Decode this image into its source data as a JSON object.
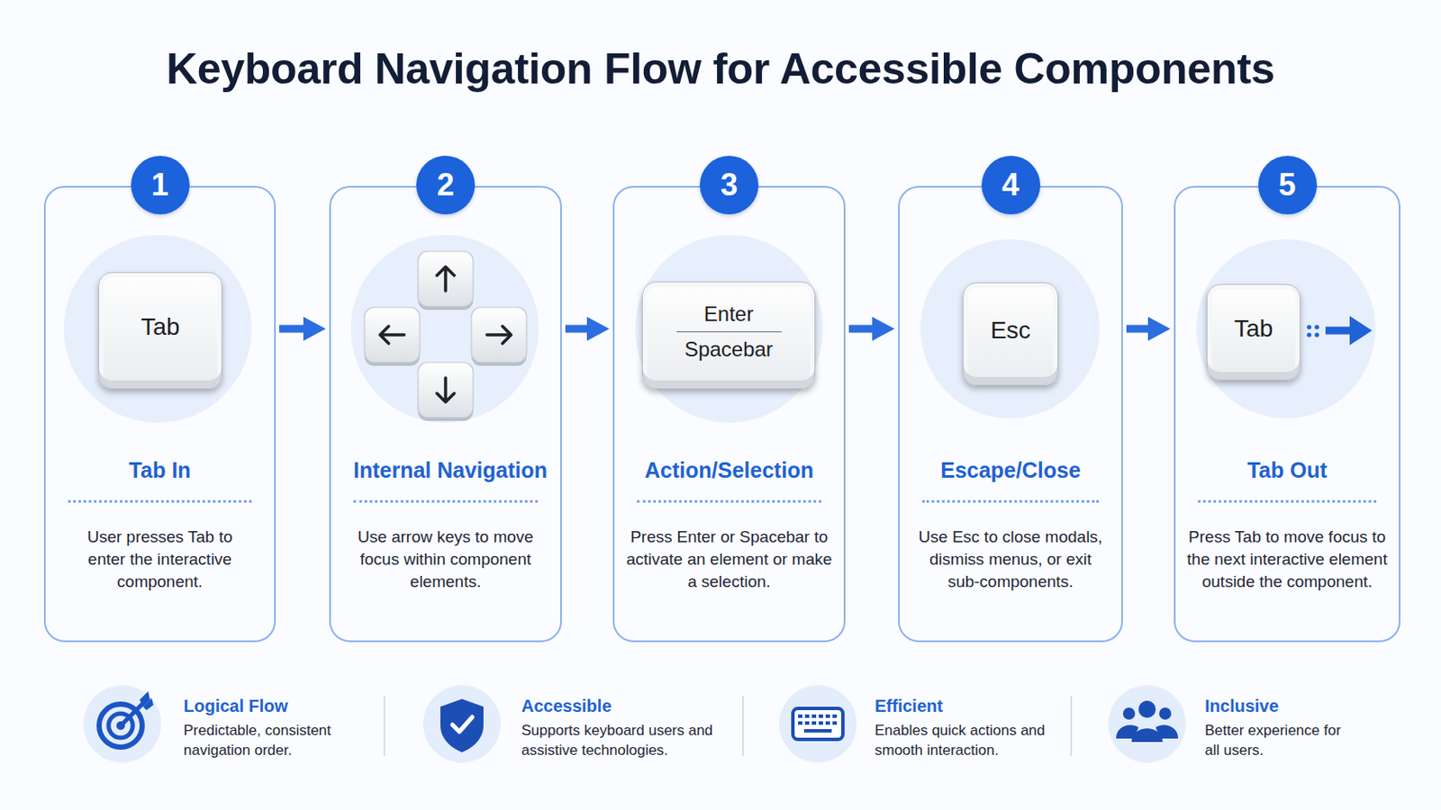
{
  "diagram": {
    "title": "Keyboard Navigation Flow for Accessible Components",
    "nodes": [
      {
        "text": [
          "Tab In",
          "User presses Tab to enter the interactive component."
        ]
      },
      {
        "text": [
          "1"
        ],
        "in": 0
      },
      {
        "text": [
          "Tab"
        ],
        "in": 0
      },
      {
        "text": [
          "Internal Navigation",
          "Use arrow keys to move focus within component elements."
        ]
      },
      {
        "text": [
          "2"
        ],
        "in": 3
      },
      {
        "text": [
          "Action/Selection",
          "Press Enter or Spacebar to activate an element or make a selection."
        ]
      },
      {
        "text": [
          "3"
        ],
        "in": 5
      },
      {
        "text": [
          "Enter",
          "Spacebar"
        ],
        "in": 5
      },
      {
        "text": [
          "Escape/Close",
          "Use Esc to close modals, dismiss menus, or exit sub-components."
        ]
      },
      {
        "text": [
          "4"
        ],
        "in": 8
      },
      {
        "text": [
          "Esc"
        ],
        "in": 8
      },
      {
        "text": [
          "Tab Out",
          "Press Tab to move focus to the next interactive element outside the component."
        ]
      },
      {
        "text": [
          "5"
        ],
        "in": 11
      },
      {
        "text": [
          "Tab"
        ],
        "in": 11
      }
    ],
    "edges": [
      {
        "from": 0,
        "to": 3,
        "arrow": "to"
      },
      {
        "from": 3,
        "to": 5,
        "arrow": "to"
      },
      {
        "from": 5,
        "to": 8,
        "arrow": "to"
      },
      {
        "from": 8,
        "to": 11,
        "arrow": "to"
      }
    ],
    "labels": [
      "Logical Flow",
      "Predictable, consistent navigation order.",
      "Accessible",
      "Supports keyboard users and assistive technologies.",
      "Efficient",
      "Enables quick actions and smooth interaction.",
      "Inclusive",
      "Better experience for all users."
    ]
  }
}
